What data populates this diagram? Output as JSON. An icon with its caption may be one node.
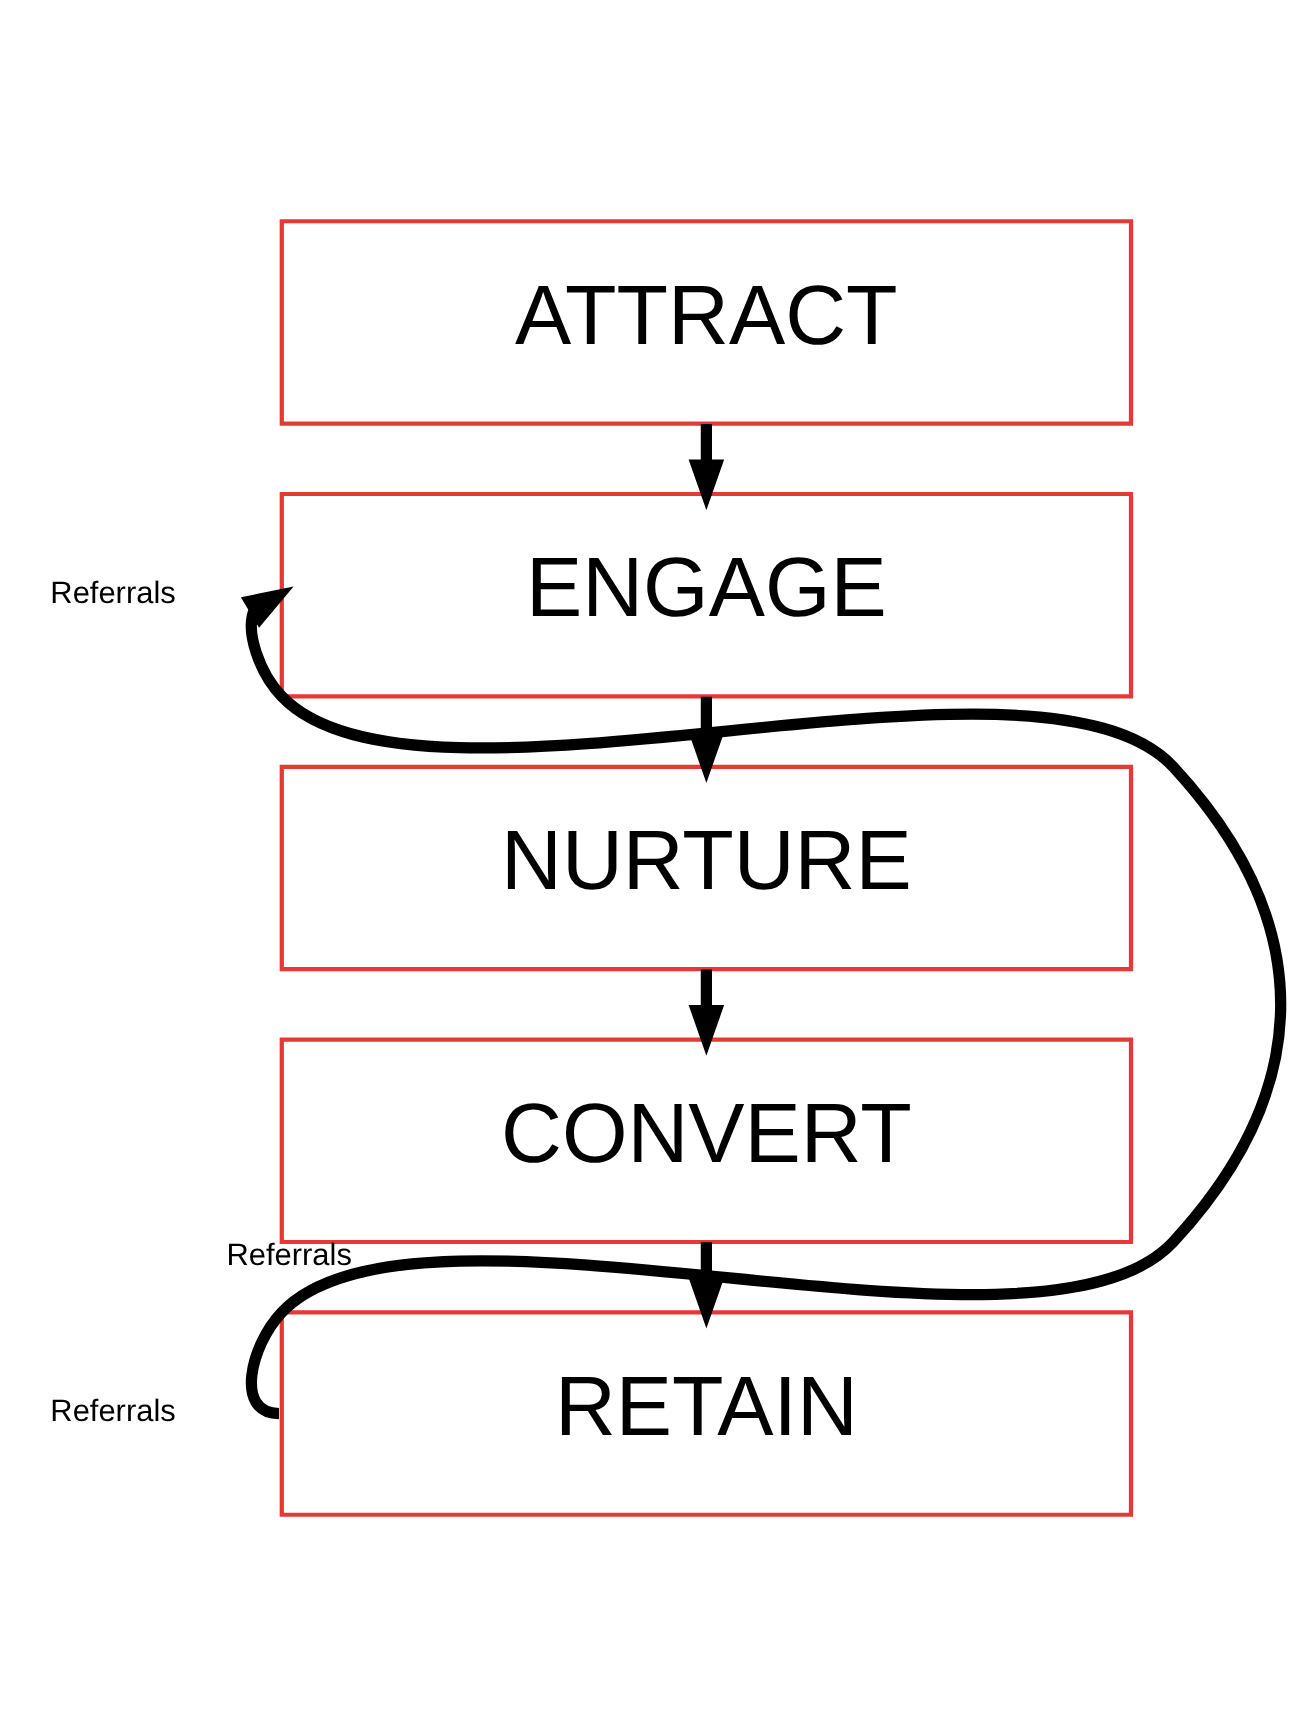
{
  "diagram": {
    "nodes": [
      {
        "text": [
          "ATTRACT"
        ]
      },
      {
        "text": [
          "ENGAGE"
        ]
      },
      {
        "text": [
          "NURTURE"
        ]
      },
      {
        "text": [
          "CONVERT"
        ]
      },
      {
        "text": [
          "RETAIN"
        ]
      }
    ],
    "edges": [
      {
        "from": 0,
        "to": 1,
        "arrow": "to"
      },
      {
        "from": 1,
        "to": 2,
        "arrow": "to"
      },
      {
        "from": 2,
        "to": 3,
        "arrow": "to"
      },
      {
        "from": 3,
        "to": 4,
        "arrow": "to"
      },
      {
        "from": 4,
        "to": 1,
        "arrow": "to",
        "label": "Referrals"
      }
    ],
    "labels": [
      "Referrals",
      "Referrals"
    ]
  }
}
